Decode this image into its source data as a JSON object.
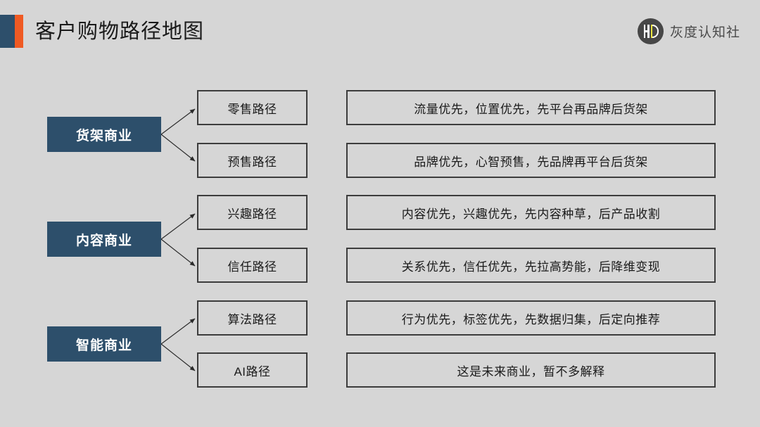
{
  "header": {
    "title": "客户购物路径地图",
    "accent_blue": "#2d4f6b",
    "accent_orange": "#ef5a23",
    "logo_text": "灰度认知社",
    "logo_mark_label": "HD"
  },
  "theme": {
    "background": "#d6d6d6",
    "box_border": "#3c3c3c",
    "category_fill": "#2d4f6b",
    "category_text": "#ffffff",
    "body_text": "#1a1a1a",
    "logo_circle": "#474747",
    "logo_accent": "#e8e23c"
  },
  "diagram": {
    "groups": [
      {
        "category": "货架商业",
        "paths": [
          {
            "name": "零售路径",
            "description": "流量优先，位置优先，先平台再品牌后货架"
          },
          {
            "name": "预售路径",
            "description": "品牌优先，心智预售，先品牌再平台后货架"
          }
        ]
      },
      {
        "category": "内容商业",
        "paths": [
          {
            "name": "兴趣路径",
            "description": "内容优先，兴趣优先，先内容种草，后产品收割"
          },
          {
            "name": "信任路径",
            "description": "关系优先，信任优先，先拉高势能，后降维变现"
          }
        ]
      },
      {
        "category": "智能商业",
        "paths": [
          {
            "name": "算法路径",
            "description": "行为优先，标签优先，先数据归集，后定向推荐"
          },
          {
            "name": "AI路径",
            "description": "这是未来商业，暂不多解释"
          }
        ]
      }
    ]
  }
}
